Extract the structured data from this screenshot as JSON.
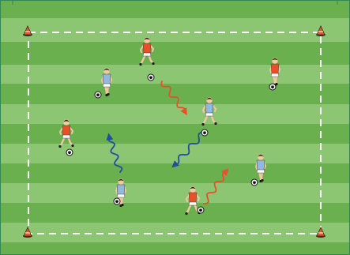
{
  "colors": {
    "stripe_dark": "#6ab04f",
    "stripe_light": "#8cc672",
    "border": "#2e8a55",
    "boundary": "#ffffff",
    "cone": "#e0592a",
    "attacker_shirt": "#e8502a",
    "defender_shirt": "#8fb9e0",
    "arrow_attack": "#e8502a",
    "arrow_defend": "#1f4f9e"
  },
  "players": [
    {
      "team": "orange",
      "has_ball": true
    },
    {
      "team": "orange",
      "has_ball": true
    },
    {
      "team": "orange",
      "has_ball": true
    },
    {
      "team": "orange",
      "has_ball": true
    },
    {
      "team": "blue",
      "has_ball": true
    },
    {
      "team": "blue",
      "has_ball": true
    },
    {
      "team": "blue",
      "has_ball": true
    },
    {
      "team": "blue",
      "has_ball": true
    }
  ],
  "arrows": [
    {
      "type": "dribble",
      "team": "orange"
    },
    {
      "type": "dribble",
      "team": "orange"
    },
    {
      "type": "dribble",
      "team": "blue"
    },
    {
      "type": "dribble",
      "team": "blue"
    }
  ],
  "cones": 4
}
